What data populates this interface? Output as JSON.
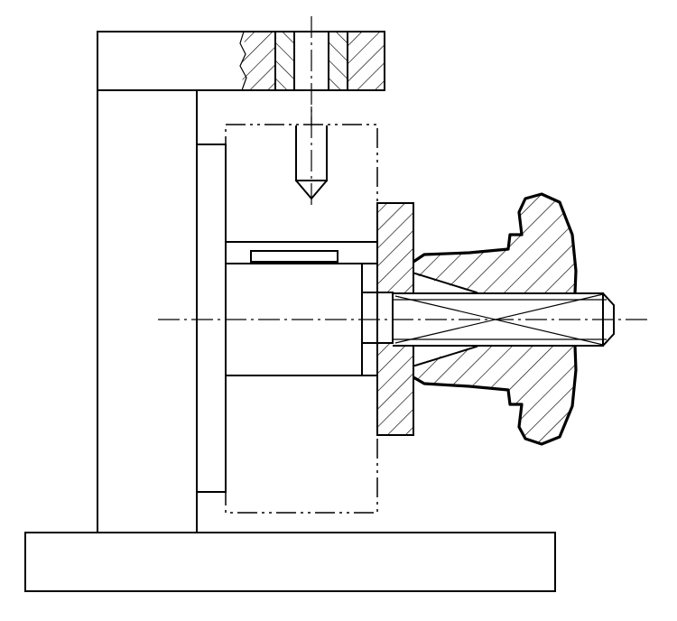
{
  "diagram": {
    "type": "mechanical-assembly-section",
    "background": "#ffffff",
    "line_color": "#000000",
    "parts": [
      {
        "name": "base-plate",
        "icon": "rectangle-outline"
      },
      {
        "name": "upright-support",
        "icon": "rectangle-outline"
      },
      {
        "name": "top-clamp-block",
        "icon": "section-hatch"
      },
      {
        "name": "workpiece",
        "icon": "phantom-outline"
      },
      {
        "name": "locating-pin",
        "icon": "rectangle-outline"
      },
      {
        "name": "flange-washer",
        "icon": "section-hatch"
      },
      {
        "name": "star-knob",
        "icon": "section-hatch"
      },
      {
        "name": "threaded-stud",
        "icon": "threaded-shaft"
      }
    ],
    "labels": []
  }
}
